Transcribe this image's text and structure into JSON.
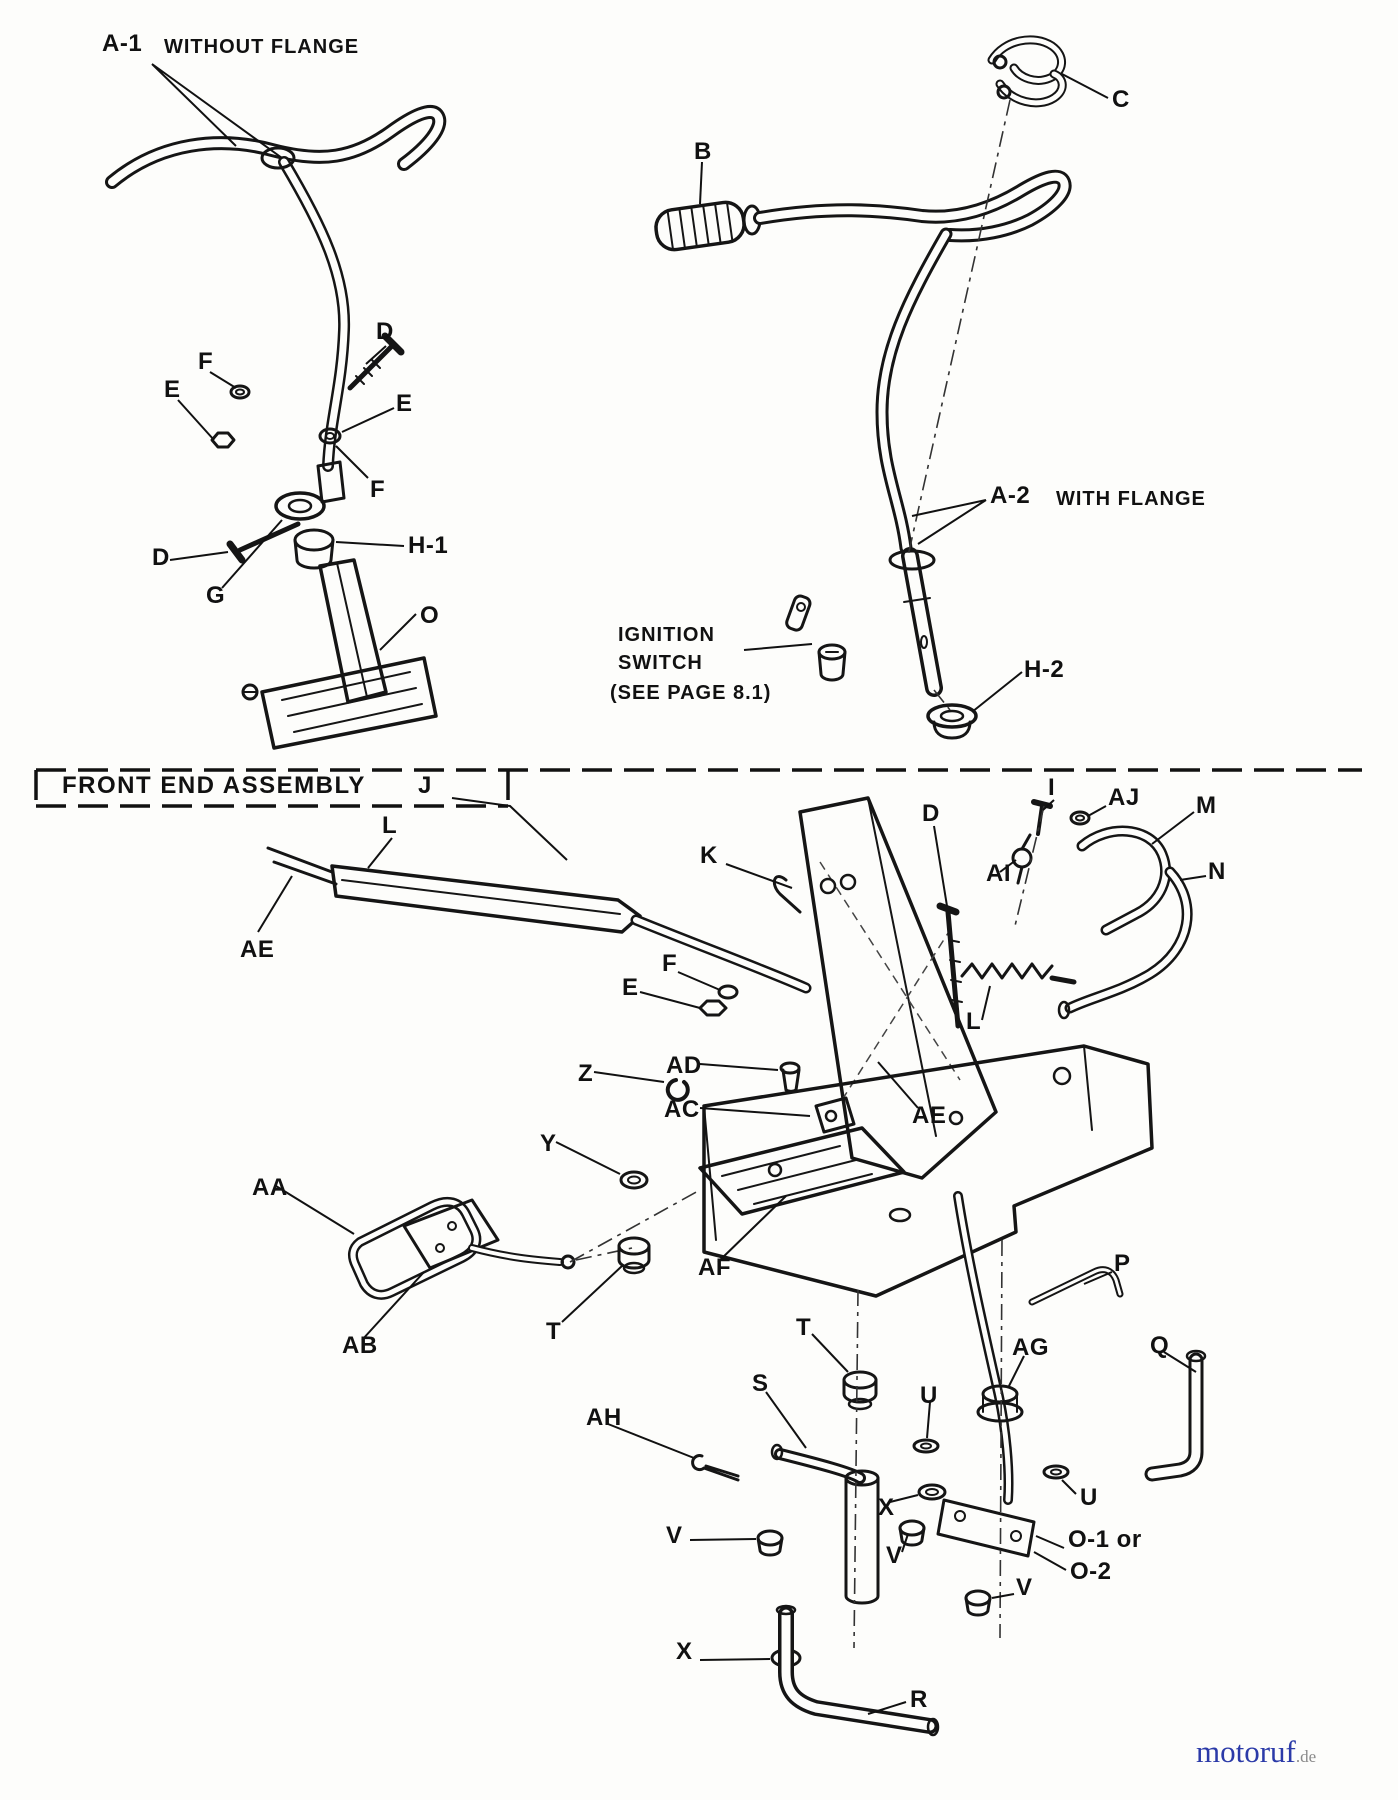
{
  "section": {
    "title": "FRONT END ASSEMBLY"
  },
  "callouts": {
    "a1": "A-1",
    "a1_note": "WITHOUT FLANGE",
    "d1": "D",
    "f1": "F",
    "e1": "E",
    "e2": "E",
    "f2": "F",
    "d2": "D",
    "g": "G",
    "h1": "H-1",
    "o": "O",
    "b": "B",
    "c": "C",
    "a2": "A-2",
    "a2_note": "WITH FLANGE",
    "ignition_line1": "IGNITION",
    "ignition_line2": "SWITCH",
    "ignition_line3": "(SEE PAGE 8.1)",
    "h2": "H-2",
    "j": "J",
    "l1": "L",
    "ae1": "AE",
    "k": "K",
    "d3": "D",
    "i": "I",
    "aj": "AJ",
    "m": "M",
    "ai": "AI",
    "n": "N",
    "e3": "E",
    "f3": "F",
    "l2": "L",
    "ad": "AD",
    "z": "Z",
    "ac": "AC",
    "y": "Y",
    "ae2": "AE",
    "aa": "AA",
    "af": "AF",
    "ab": "AB",
    "t1": "T",
    "p": "P",
    "t2": "T",
    "ag": "AG",
    "q": "Q",
    "s": "S",
    "u1": "U",
    "ah": "AH",
    "x1": "X",
    "u2": "U",
    "v1": "V",
    "v2": "V",
    "o1": "O-1 or",
    "o2": "O-2",
    "v3": "V",
    "x2": "X",
    "r": "R"
  },
  "watermark": {
    "brand": "motoruf",
    "suffix": ".de"
  }
}
